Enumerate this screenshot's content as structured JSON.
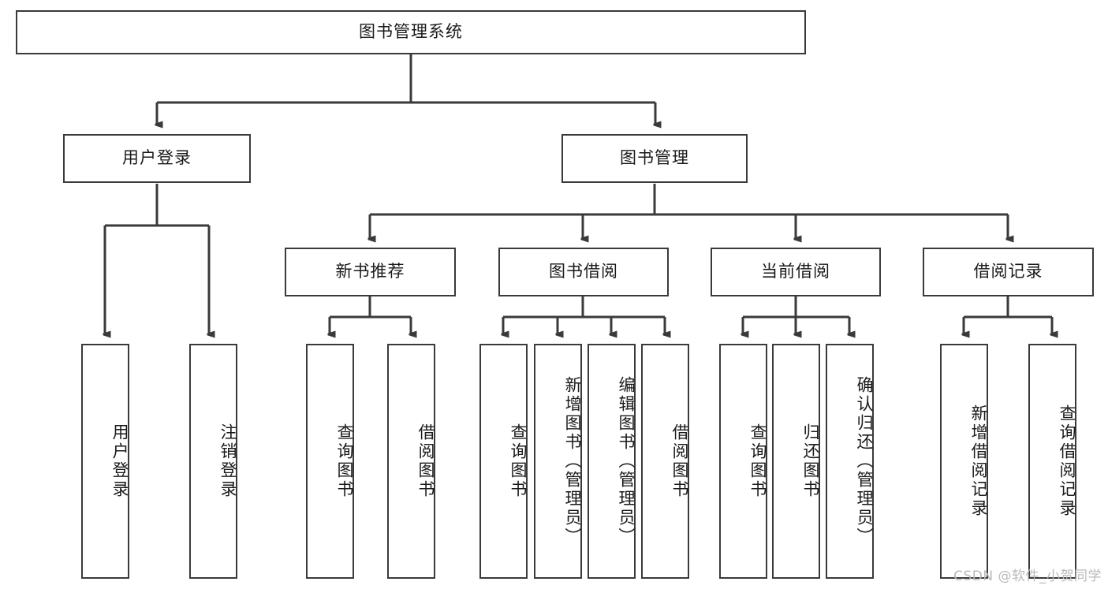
{
  "diagram": {
    "title": "图书管理系统",
    "root": {
      "label": "图书管理系统"
    },
    "level2": [
      {
        "label": "用户登录"
      },
      {
        "label": "图书管理"
      }
    ],
    "level3": [
      {
        "label": "新书推荐"
      },
      {
        "label": "图书借阅"
      },
      {
        "label": "当前借阅"
      },
      {
        "label": "借阅记录"
      }
    ],
    "leaves": {
      "user_login": [
        {
          "label": "用户登录"
        },
        {
          "label": "注销登录"
        }
      ],
      "new_book": [
        {
          "label": "查询图书"
        },
        {
          "label": "借阅图书"
        }
      ],
      "book_borrow": [
        {
          "label": "查询图书"
        },
        {
          "label": "新增图书（管理员）"
        },
        {
          "label": "编辑图书（管理员）"
        },
        {
          "label": "借阅图书"
        }
      ],
      "current_borrow": [
        {
          "label": "查询图书"
        },
        {
          "label": "归还图书"
        },
        {
          "label": "确认归还（管理员）"
        }
      ],
      "borrow_record": [
        {
          "label": "新增借阅记录"
        },
        {
          "label": "查询借阅记录"
        }
      ]
    }
  },
  "watermark": {
    "text": "CSDN @软件_小贺同学"
  },
  "colors": {
    "border": "#3a3a3a",
    "background": "#ffffff",
    "text": "#1a1a1a",
    "watermark": "#b9b9b9"
  }
}
